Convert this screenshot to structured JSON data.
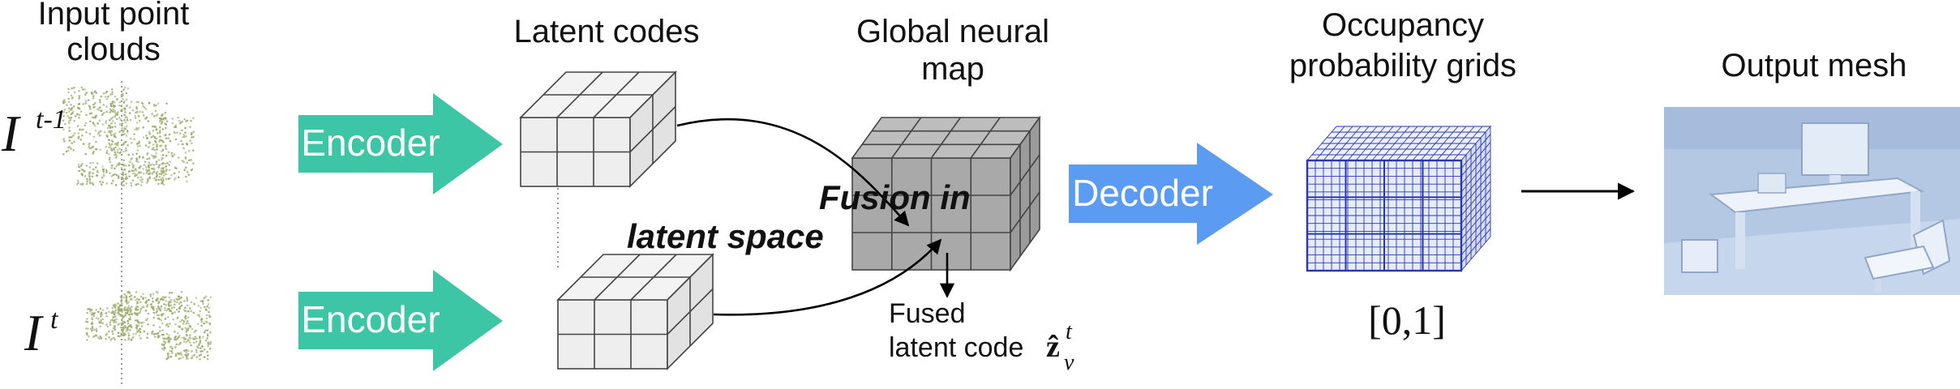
{
  "columns": {
    "input": "Input point clouds",
    "input_line1": "Input point",
    "input_line2": "clouds",
    "latent": "Latent codes",
    "global_line1": "Global neural",
    "global_line2": "map",
    "occ_line1": "Occupancy",
    "occ_line2": "probability grids",
    "output": "Output mesh"
  },
  "frames": {
    "prev_base": "I",
    "prev_sup": "t-1",
    "curr_base": "I",
    "curr_sup": "t"
  },
  "blocks": {
    "encoder_top": "Encoder",
    "encoder_bottom": "Encoder",
    "decoder": "Decoder"
  },
  "fusion": {
    "line1": "Fusion in",
    "line2": "latent space"
  },
  "fused": {
    "line1": "Fused",
    "line2": "latent code",
    "symbol": "ẑ",
    "sup": "t",
    "sub": "v"
  },
  "range_label": "[0,1]",
  "colors": {
    "encoder": "#3cc6a6",
    "decoder": "#5b9cf2",
    "point_cloud": "#9aab6a",
    "latent_cube": "#eeeeee",
    "global_cube": "#a9a9a9",
    "occupancy_grid": "#2a35b5",
    "mesh": "#b5c8e3"
  }
}
